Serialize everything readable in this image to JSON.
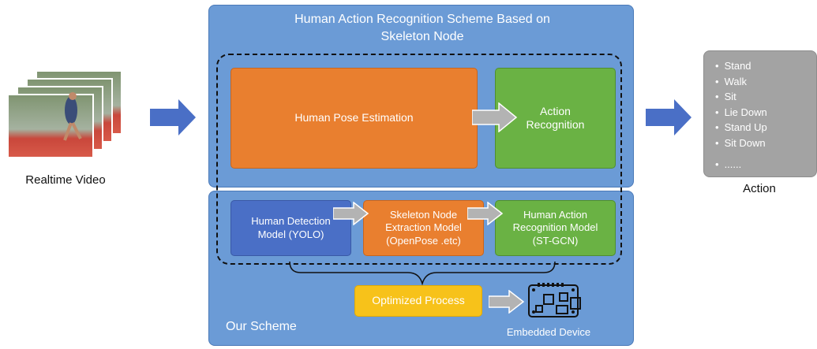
{
  "input": {
    "label": "Realtime Video"
  },
  "scheme": {
    "title": "Human Action Recognition Scheme Based on Skeleton Node",
    "pose_box": "Human Pose Estimation",
    "action_box": "Action Recognition",
    "detection_box": "Human Detection Model (YOLO)",
    "skeleton_box": "Skeleton Node Extraction Model (OpenPose .etc)",
    "recognition_box": "Human Action Recognition Model (ST-GCN)",
    "optimized_box": "Optimized Process",
    "our_scheme": "Our Scheme",
    "device_label": "Embedded Device"
  },
  "output": {
    "label": "Action",
    "items": [
      "Stand",
      "Walk",
      "Sit",
      "Lie Down",
      "Stand Up",
      "Sit Down"
    ],
    "more": "......"
  },
  "colors": {
    "panel_blue": "#6b9bd6",
    "orange": "#e97f2f",
    "green": "#6ab244",
    "dark_blue": "#4a6fc6",
    "yellow": "#f7c21a",
    "grey": "#a3a3a3",
    "arrow_blue": "#4a6fc6",
    "arrow_grey": "#b3b3b3"
  }
}
